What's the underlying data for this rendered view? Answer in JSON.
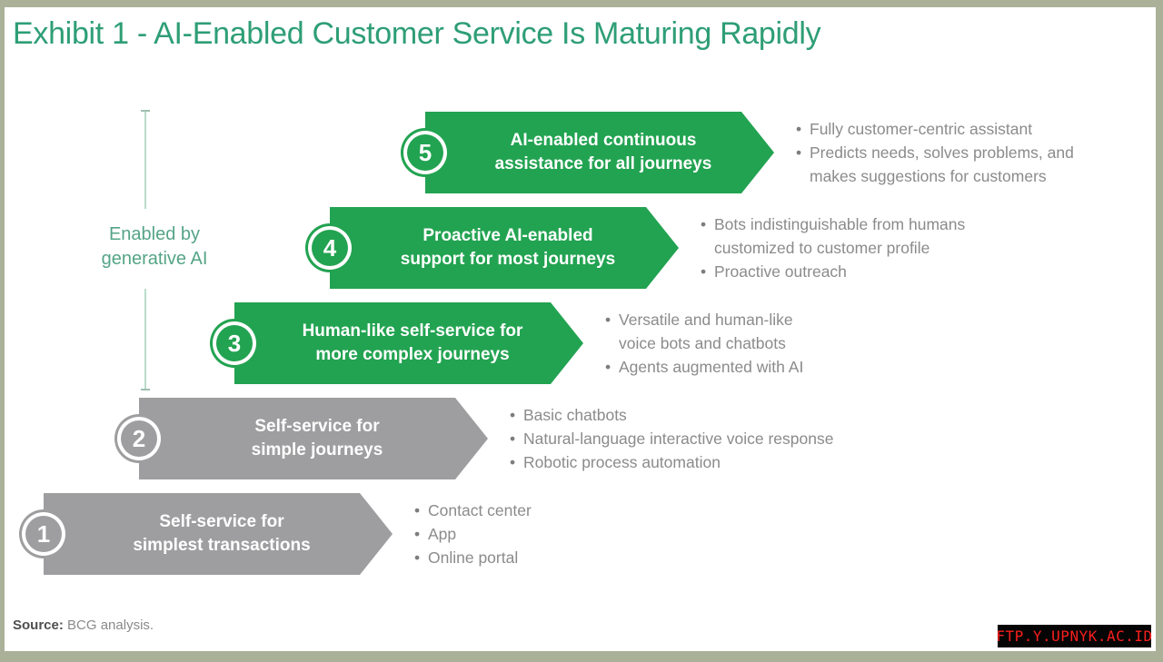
{
  "title": "Exhibit 1 - AI-Enabled Customer Service Is Maturing Rapidly",
  "enabler_label": "Enabled by\ngenerative AI",
  "steps": [
    {
      "number": "5",
      "label": "AI-enabled continuous\nassistance for all journeys",
      "color": "#22a351",
      "bullets": [
        "Fully customer-centric assistant",
        "Predicts needs, solves problems, and\nmakes suggestions for customers"
      ]
    },
    {
      "number": "4",
      "label": "Proactive AI-enabled\nsupport for most journeys",
      "color": "#22a351",
      "bullets": [
        "Bots indistinguishable from humans\ncustomized to customer profile",
        "Proactive outreach"
      ]
    },
    {
      "number": "3",
      "label": "Human-like self-service for\nmore complex journeys",
      "color": "#22a351",
      "bullets": [
        "Versatile and human-like\nvoice bots and chatbots",
        "Agents augmented with AI"
      ]
    },
    {
      "number": "2",
      "label": "Self-service for\nsimple journeys",
      "color": "#9e9ea0",
      "bullets": [
        "Basic chatbots",
        "Natural-language interactive voice response",
        "Robotic process automation"
      ]
    },
    {
      "number": "1",
      "label": "Self-service for\nsimplest transactions",
      "color": "#9e9ea0",
      "bullets": [
        "Contact center",
        "App",
        "Online portal"
      ]
    }
  ],
  "source": {
    "label": "Source:",
    "text": "BCG analysis."
  },
  "watermark": "FTP.Y.UPNYK.AC.ID",
  "colors": {
    "step_green": "#22a351",
    "step_gray": "#9e9ea0",
    "title_green": "#2e9e76",
    "enabler_green": "#55a487",
    "bracket_line": "#b9dcc9",
    "bullet_text": "#8b8b8b",
    "frame_border": "#aab198",
    "watermark_bg": "#050505",
    "watermark_text": "#fa1e1e"
  }
}
